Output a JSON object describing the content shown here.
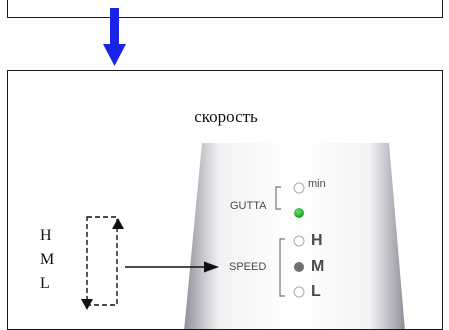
{
  "title": "скорость",
  "device_panel": {
    "gutta_label": "GUTTA",
    "gutta_options": [
      "min"
    ],
    "speed_label": "SPEED",
    "speed_options": [
      "H",
      "M",
      "L"
    ]
  },
  "side_labels": [
    "H",
    "M",
    "L"
  ],
  "colors": {
    "arrow_blue": "#1a24e6",
    "indicator_green": "#19a319",
    "indicator_gray": "#6e6e6e"
  }
}
